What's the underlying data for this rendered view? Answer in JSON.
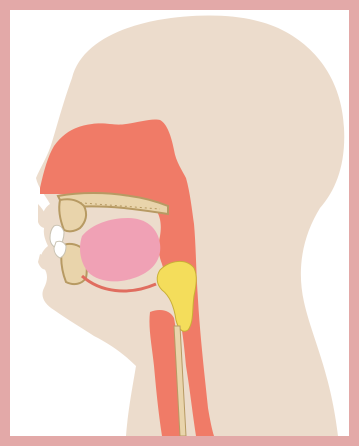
{
  "figure": {
    "caption": "",
    "colors": {
      "frame": "#e3a9a8",
      "background": "#ffffff",
      "skin": "#ecdccc",
      "soft_tissue": "#f07b67",
      "tongue": "#f0a1b5",
      "bone": "#e9d4ab",
      "bone_outline": "#b79a63",
      "teeth": "#ffffff",
      "epiglottis_gland": "#f4dd5b"
    },
    "regions": [
      {
        "name": "head-profile"
      },
      {
        "name": "nasal-cavity"
      },
      {
        "name": "hard-palate"
      },
      {
        "name": "upper-jaw"
      },
      {
        "name": "lower-jaw"
      },
      {
        "name": "teeth"
      },
      {
        "name": "tongue"
      },
      {
        "name": "pharynx"
      },
      {
        "name": "larynx"
      },
      {
        "name": "esophagus"
      },
      {
        "name": "trachea"
      }
    ]
  }
}
